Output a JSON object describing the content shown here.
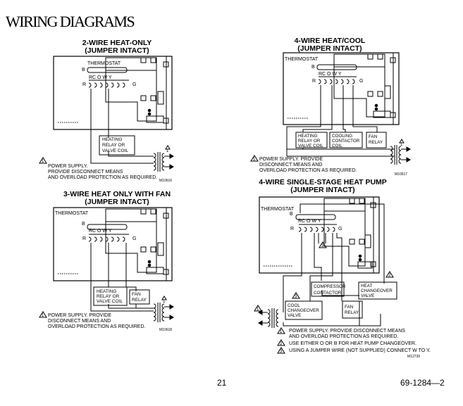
{
  "page_title": "WIRING DIAGRAMS",
  "labels": {
    "thermostat": "THERMOSTAT",
    "B": "B",
    "R": "R",
    "G": "G",
    "terminals": "RC  O  W  Y"
  },
  "d1": {
    "title_line1": "2-WIRE HEAT-ONLY",
    "title_line2": "(JUMPER INTACT)",
    "relay": [
      "HEATING",
      "RELAY OR",
      "VALVE COIL"
    ],
    "note_num": "1",
    "note": [
      "POWER SUPPLY.",
      "PROVIDE DISCONNECT MEANS",
      "AND OVERLOAD PROTECTION AS REQUIRED."
    ],
    "code": "M10616"
  },
  "d2": {
    "title_line1": "4-WIRE HEAT/COOL",
    "title_line2": "(JUMPER INTACT)",
    "relays": [
      [
        "HEATING",
        "RELAY OR",
        "VALVE COIL"
      ],
      [
        "COOLING",
        "CONTACTOR",
        "COIL"
      ],
      [
        "FAN",
        "RELAY"
      ]
    ],
    "note_num": "1",
    "note": [
      "POWER SUPPLY.  PROVIDE",
      "DISCONNECT MEANS AND",
      "OVERLOAD PROTECTION AS REQUIRED."
    ],
    "code": "M10617"
  },
  "d3": {
    "title_line1": "3-WIRE HEAT ONLY WITH FAN",
    "title_line2": "(JUMPER INTACT)",
    "relays": [
      [
        "HEATING",
        "RELAY OR",
        "VALVE COIL"
      ],
      [
        "FAN",
        "RELAY"
      ]
    ],
    "note_num": "1",
    "note": [
      "POWER SUPPLY.  PROVIDE",
      "DISCONNECT MEANS AND",
      "OVERLOAD PROTECTION AS REQUIRED."
    ],
    "code": "M10618"
  },
  "d4": {
    "title_line1": "4-WIRE SINGLE-STAGE HEAT PUMP",
    "title_line2": "(JUMPER INTACT)",
    "relays": [
      [
        "COMPRESSOR",
        "CONTACTOR"
      ],
      [
        "HEAT",
        "CHANGEOVER",
        "VALVE"
      ],
      [
        "COOL",
        "CHANGEOVER",
        "VALVE"
      ],
      [
        "FAN",
        "RELAY"
      ]
    ],
    "notes": [
      {
        "num": "1",
        "text": [
          "POWER SUPPLY.  PROVIDE DISCONNECT MEANS",
          "AND OVERLOAD PROTECTION AS REQUIRED."
        ]
      },
      {
        "num": "2",
        "text": [
          "USE EITHER O OR B FOR HEAT PUMP CHANGEOVER."
        ]
      },
      {
        "num": "3",
        "text": [
          "USING A JUMPER WIRE (NOT SUPPLIED) CONNECT W TO Y."
        ]
      }
    ],
    "marks": [
      "1",
      "2",
      "3"
    ],
    "code": "M12739"
  },
  "footer": {
    "page_number": "21",
    "doc_number": "69-1284—2"
  }
}
